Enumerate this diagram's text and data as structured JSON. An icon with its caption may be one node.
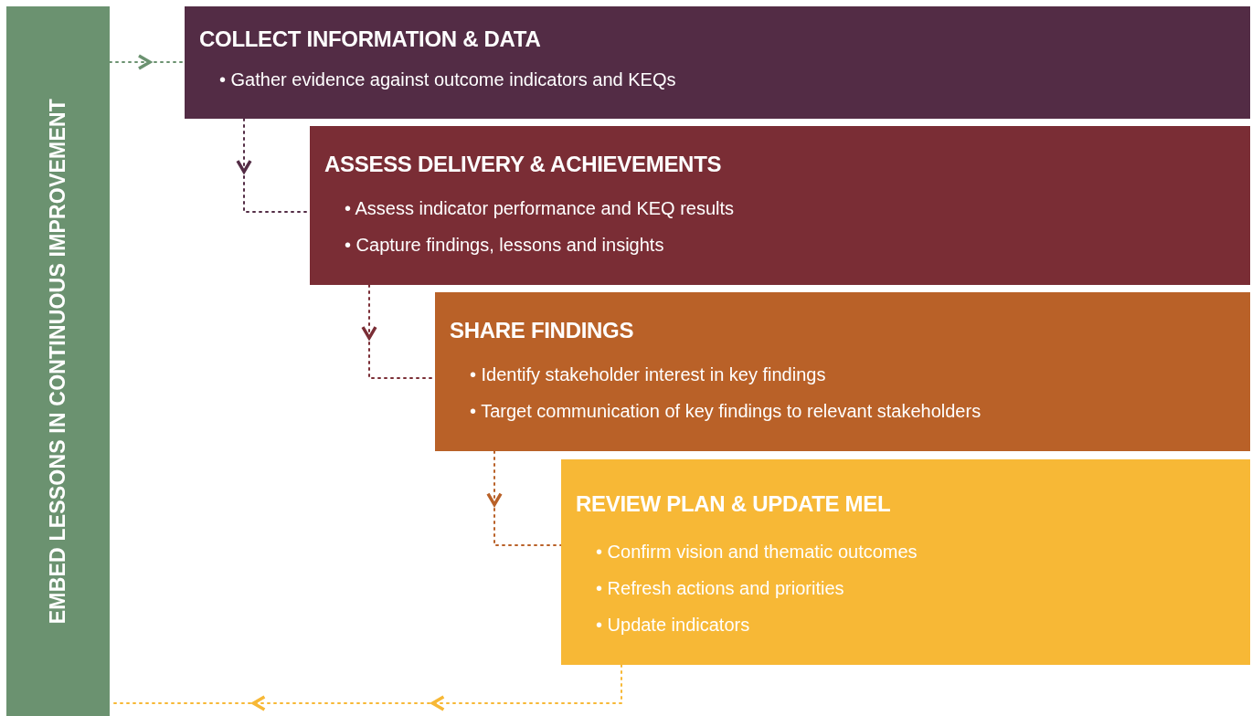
{
  "diagram": {
    "nodes": [
      {
        "text": [
          "EMBED LESSONS IN CONTINUOUS IMPROVEMENT"
        ]
      },
      {
        "text": [
          "COLLECT INFORMATION & DATA",
          "• Gather evidence against outcome indicators and KEQs"
        ]
      },
      {
        "text": [
          "ASSESS DELIVERY & ACHIEVEMENTS",
          "• Assess indicator performance and KEQ results",
          "• Capture findings, lessons and insights"
        ]
      },
      {
        "text": [
          "SHARE FINDINGS",
          "• Identify stakeholder interest in key findings",
          "• Target communication of key findings to relevant stakeholders"
        ]
      },
      {
        "text": [
          "REVIEW PLAN & UPDATE MEL",
          "• Confirm vision and thematic outcomes",
          "• Refresh actions and priorities",
          "• Update indicators"
        ]
      }
    ],
    "edges": [
      {
        "from": 0,
        "to": 1,
        "arrow": "to",
        "style": "dashed",
        "color": "#6b9270"
      },
      {
        "from": 1,
        "to": 2,
        "arrow": "to",
        "style": "dashed",
        "color": "#532c45"
      },
      {
        "from": 2,
        "to": 3,
        "arrow": "to",
        "style": "dashed",
        "color": "#7a2d35"
      },
      {
        "from": 3,
        "to": 4,
        "arrow": "to",
        "style": "dashed",
        "color": "#b96128"
      },
      {
        "from": 4,
        "to": 0,
        "arrow": "to",
        "style": "dashed",
        "color": "#f7b836"
      }
    ]
  }
}
